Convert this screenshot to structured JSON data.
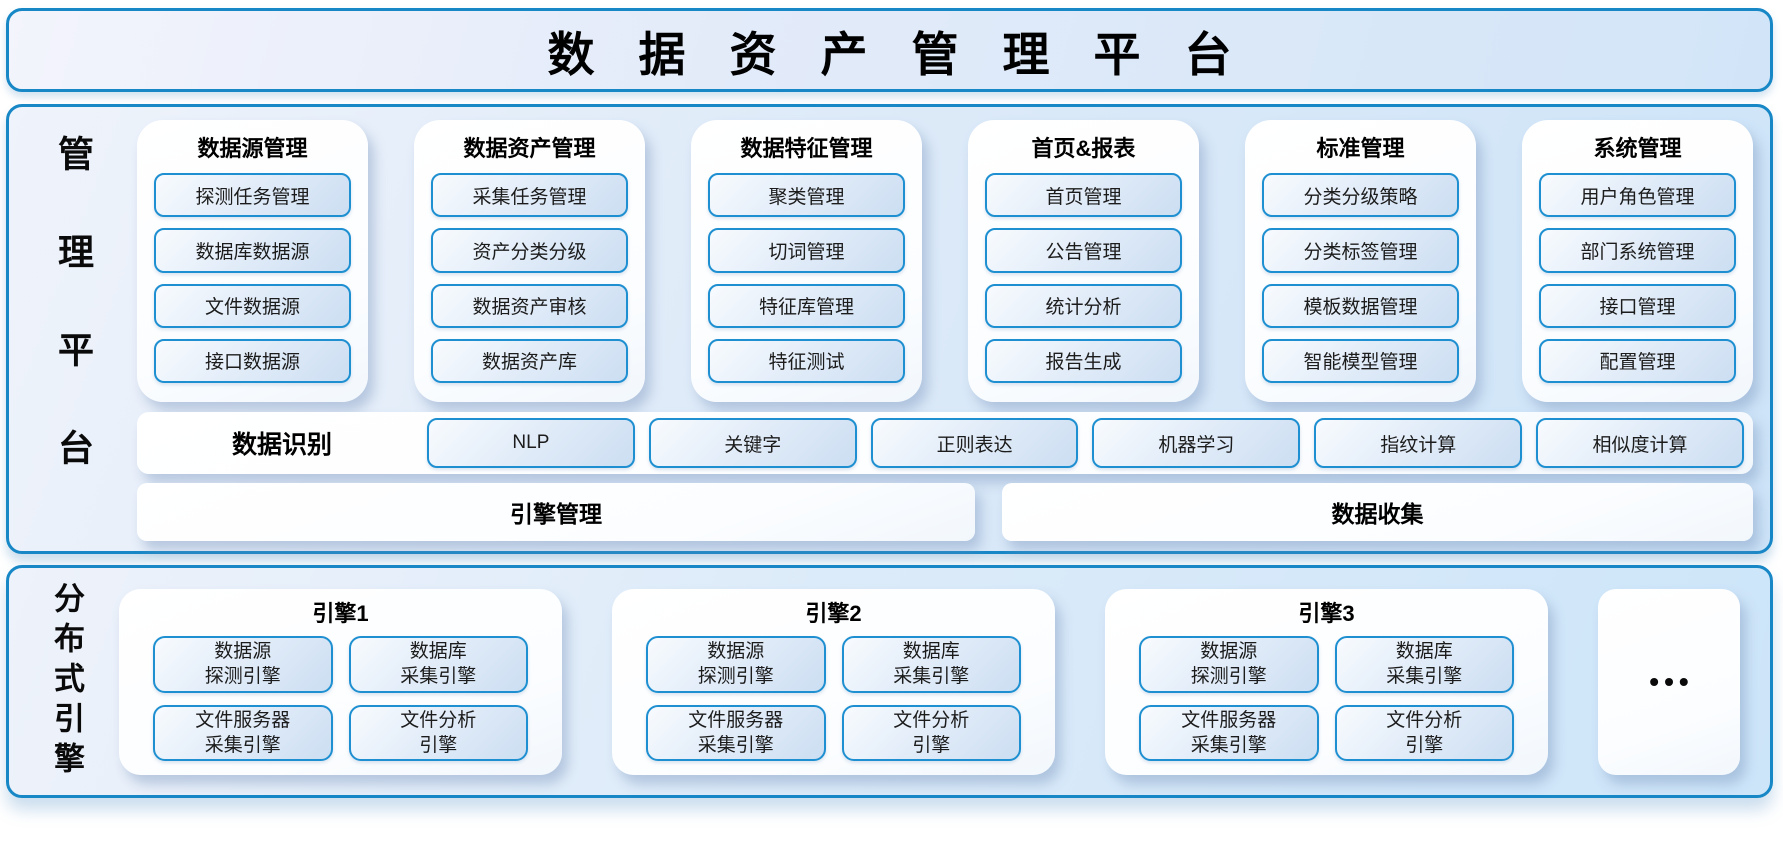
{
  "banner": {
    "title": "数据资产管理平台"
  },
  "management_platform": {
    "side_label": "管理平台",
    "columns": [
      {
        "title": "数据源管理",
        "items": [
          "探测任务管理",
          "数据库数据源",
          "文件数据源",
          "接口数据源"
        ]
      },
      {
        "title": "数据资产管理",
        "items": [
          "采集任务管理",
          "资产分类分级",
          "数据资产审核",
          "数据资产库"
        ]
      },
      {
        "title": "数据特征管理",
        "items": [
          "聚类管理",
          "切词管理",
          "特征库管理",
          "特征测试"
        ]
      },
      {
        "title": "首页&报表",
        "items": [
          "首页管理",
          "公告管理",
          "统计分析",
          "报告生成"
        ]
      },
      {
        "title": "标准管理",
        "items": [
          "分类分级策略",
          "分类标签管理",
          "模板数据管理",
          "智能模型管理"
        ]
      },
      {
        "title": "系统管理",
        "items": [
          "用户角色管理",
          "部门系统管理",
          "接口管理",
          "配置管理"
        ]
      }
    ],
    "recognition_row": {
      "label": "数据识别",
      "items": [
        "NLP",
        "关键字",
        "正则表达",
        "机器学习",
        "指纹计算",
        "相似度计算"
      ]
    },
    "bottom_bars": [
      {
        "label": "引擎管理"
      },
      {
        "label": "数据收集"
      }
    ]
  },
  "distributed_engines": {
    "side_label": "分布式引擎",
    "engines": [
      {
        "title": "引擎1",
        "modules": [
          {
            "line1": "数据源",
            "line2": "探测引擎"
          },
          {
            "line1": "数据库",
            "line2": "采集引擎"
          },
          {
            "line1": "文件服务器",
            "line2": "采集引擎"
          },
          {
            "line1": "文件分析",
            "line2": "引擎"
          }
        ]
      },
      {
        "title": "引擎2",
        "modules": [
          {
            "line1": "数据源",
            "line2": "探测引擎"
          },
          {
            "line1": "数据库",
            "line2": "采集引擎"
          },
          {
            "line1": "文件服务器",
            "line2": "采集引擎"
          },
          {
            "line1": "文件分析",
            "line2": "引擎"
          }
        ]
      },
      {
        "title": "引擎3",
        "modules": [
          {
            "line1": "数据源",
            "line2": "探测引擎"
          },
          {
            "line1": "数据库",
            "line2": "采集引擎"
          },
          {
            "line1": "文件服务器",
            "line2": "采集引擎"
          },
          {
            "line1": "文件分析",
            "line2": "引擎"
          }
        ]
      }
    ],
    "more_label": "•••"
  },
  "colors": {
    "panel_border": "#1787c6",
    "button_border": "#1e8fd0",
    "panel_fill_light": "#eff3fb",
    "panel_fill_blue": "#cde4f8",
    "card_fill": "#ffffff",
    "text": "#111111"
  }
}
